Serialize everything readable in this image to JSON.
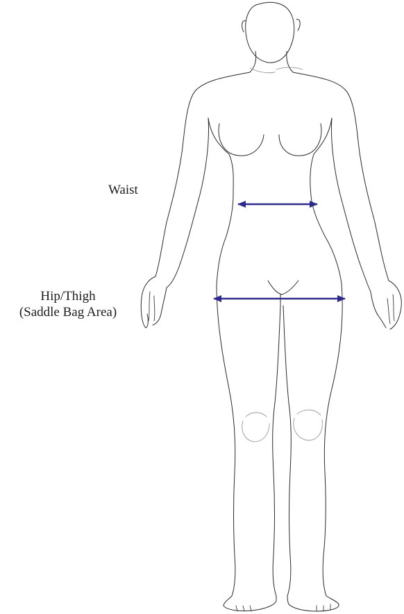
{
  "labels": {
    "waist": "Waist",
    "hip_line1": "Hip/Thigh",
    "hip_line2": "(Saddle Bag Area)"
  },
  "colors": {
    "outline": "#2a2a2a",
    "arrow": "#2e2a8c",
    "label_text": "#1c1c1c"
  }
}
